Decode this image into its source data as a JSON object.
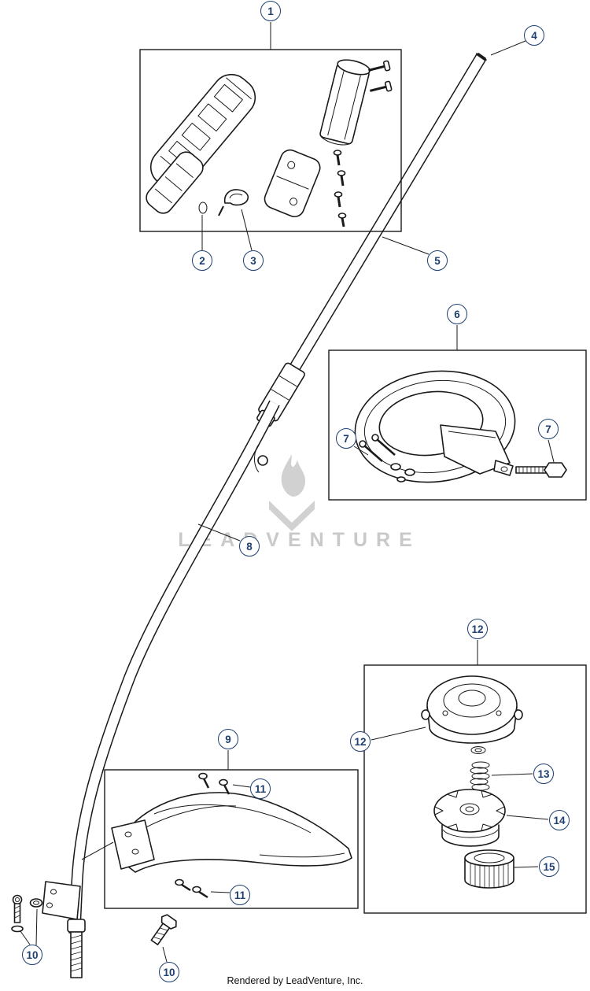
{
  "diagram": {
    "watermark": "LEADVENTURE",
    "footer": "Rendered by LeadVenture, Inc."
  },
  "theme": {
    "navy": "#1e3f6f",
    "line": "#1a1a1a",
    "wm": "#c9c9c9",
    "paper": "#ffffff"
  },
  "callouts": [
    {
      "id": "callout-1",
      "label": "1"
    },
    {
      "id": "callout-4",
      "label": "4"
    },
    {
      "id": "callout-2",
      "label": "2"
    },
    {
      "id": "callout-3",
      "label": "3"
    },
    {
      "id": "callout-5",
      "label": "5"
    },
    {
      "id": "callout-6",
      "label": "6"
    },
    {
      "id": "callout-7-left",
      "label": "7"
    },
    {
      "id": "callout-7-right",
      "label": "7"
    },
    {
      "id": "callout-8",
      "label": "8"
    },
    {
      "id": "callout-12-top",
      "label": "12"
    },
    {
      "id": "callout-9",
      "label": "9"
    },
    {
      "id": "callout-12-inner",
      "label": "12"
    },
    {
      "id": "callout-13",
      "label": "13"
    },
    {
      "id": "callout-11-top",
      "label": "11"
    },
    {
      "id": "callout-14",
      "label": "14"
    },
    {
      "id": "callout-15",
      "label": "15"
    },
    {
      "id": "callout-11-bottom",
      "label": "11"
    },
    {
      "id": "callout-10-left",
      "label": "10"
    },
    {
      "id": "callout-10-right",
      "label": "10"
    }
  ]
}
